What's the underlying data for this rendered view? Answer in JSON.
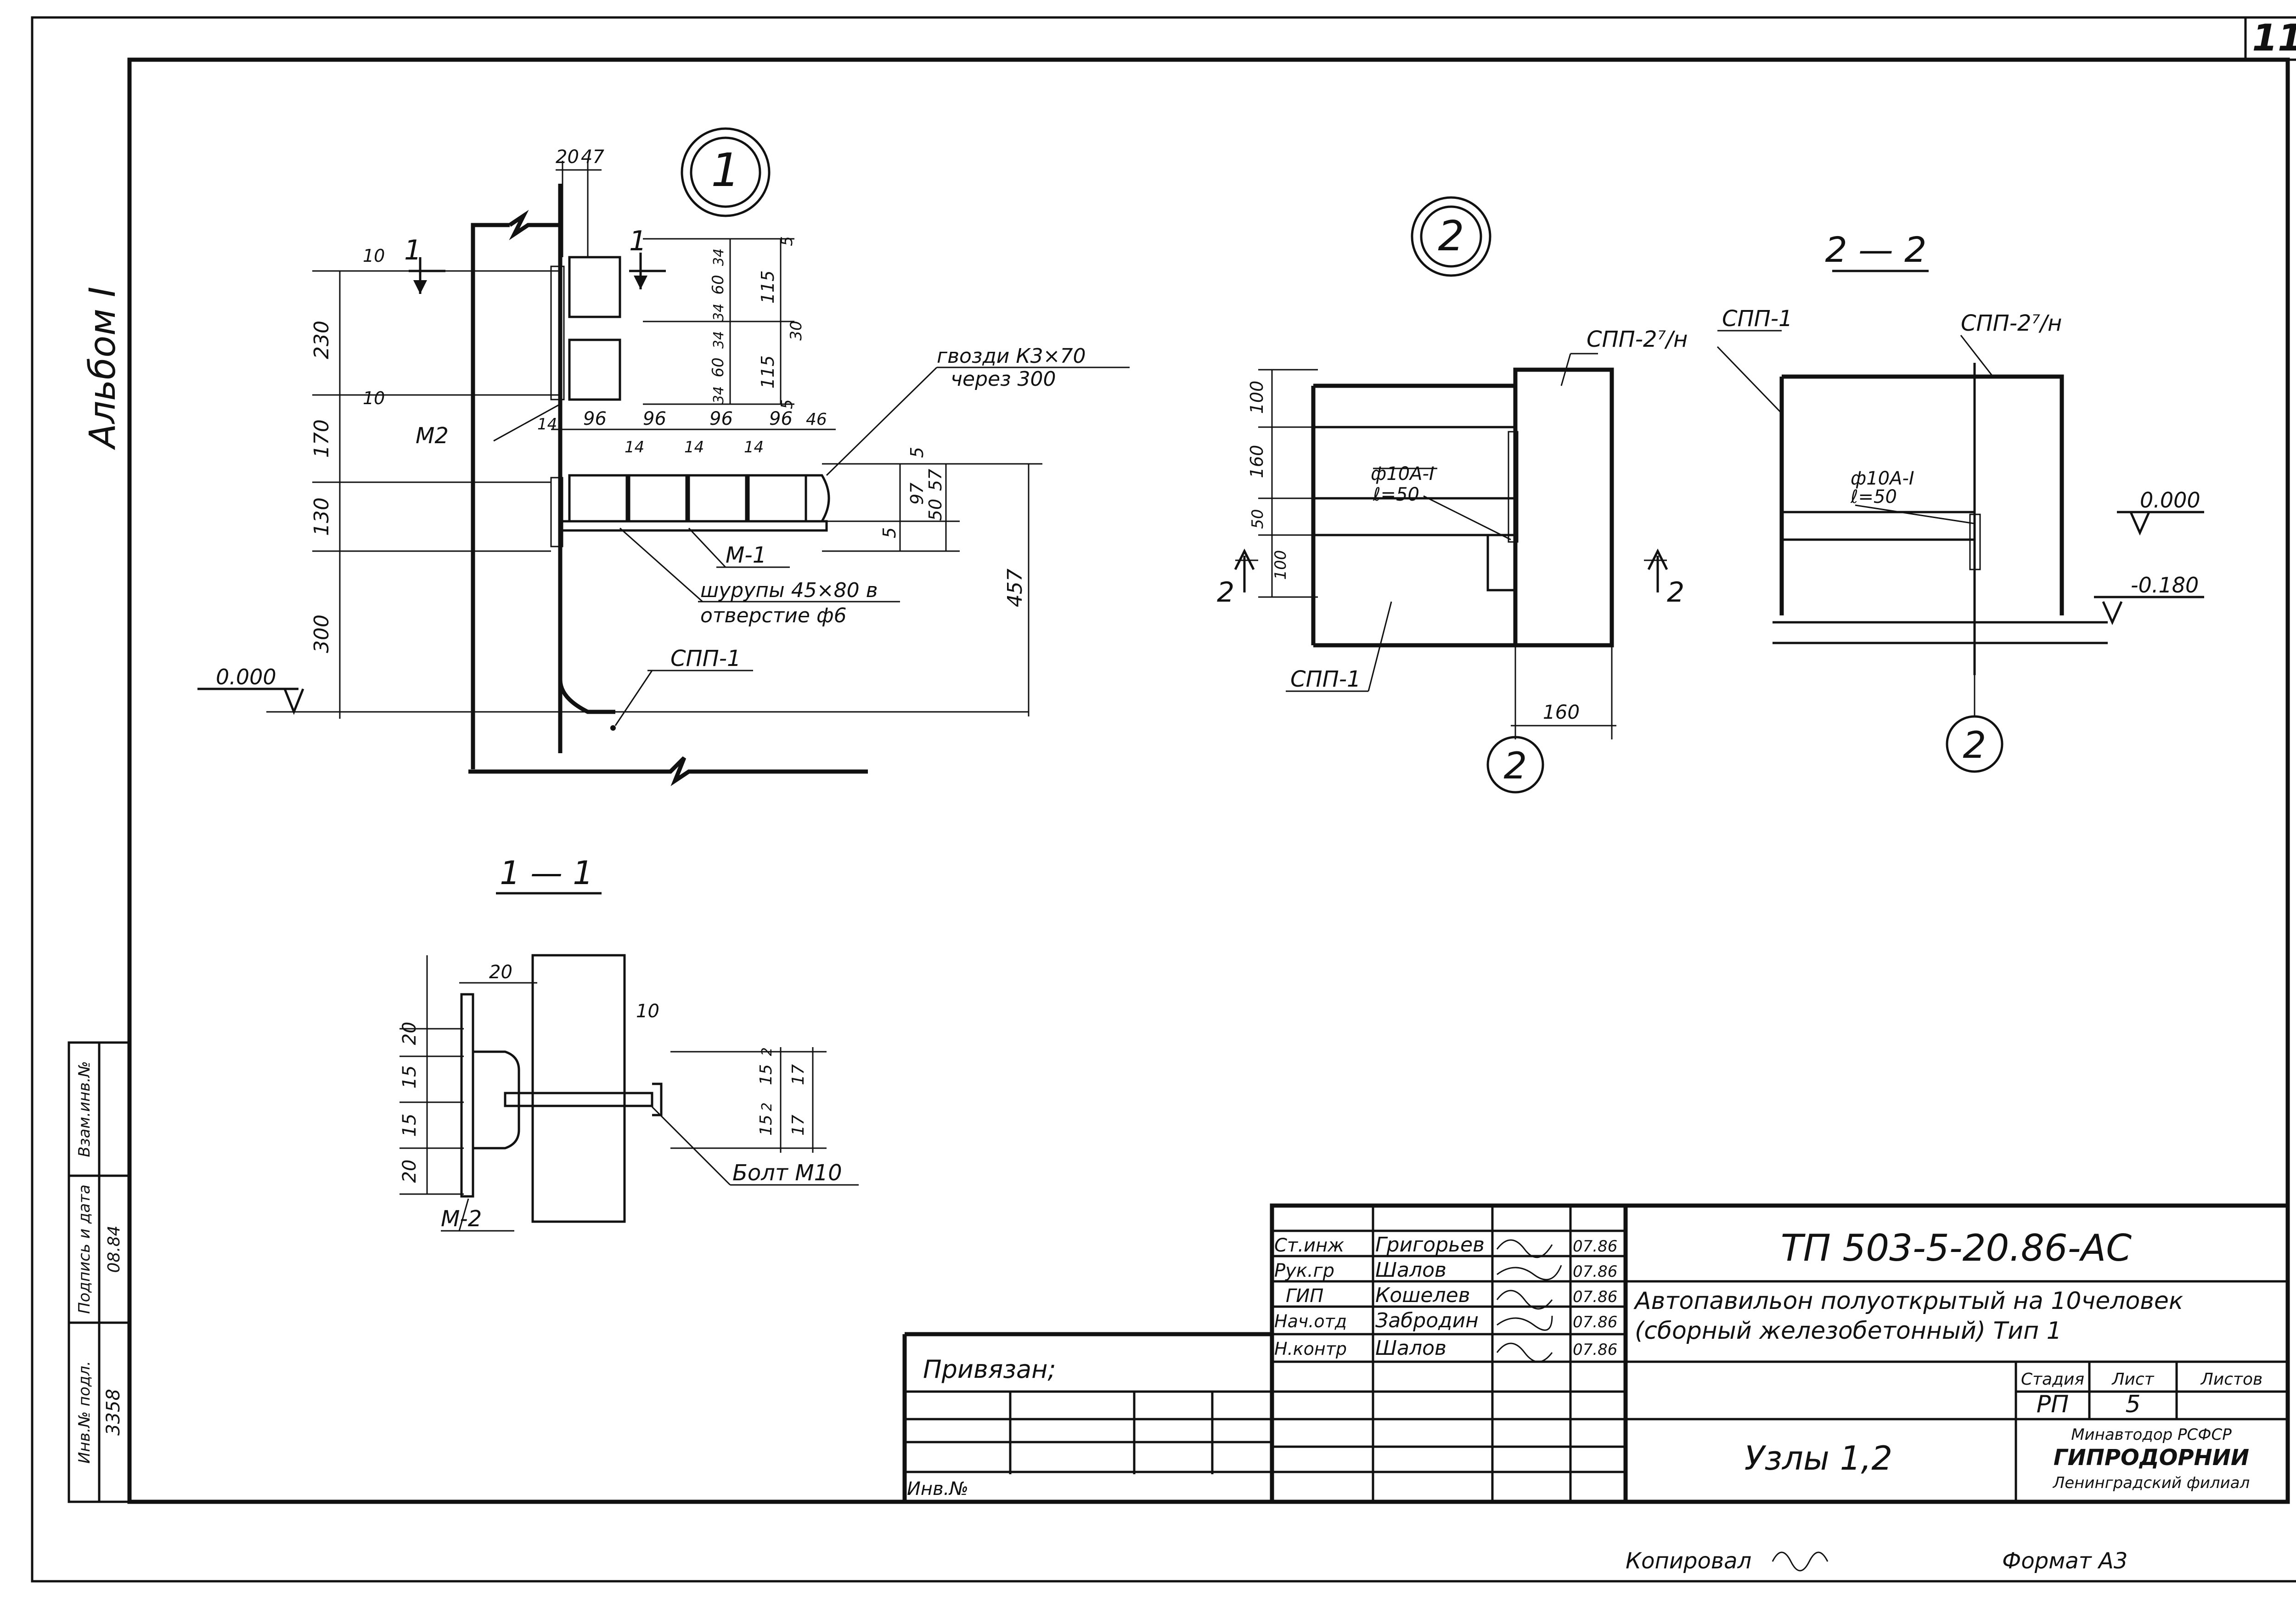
{
  "sheet_number": "11",
  "album": "Альбом I",
  "node1": {
    "marker": "1",
    "dims_top": [
      "20",
      "47"
    ],
    "dims_left": [
      "10",
      "230",
      "10",
      "170",
      "130",
      "300"
    ],
    "dims_mid": [
      "5",
      "34",
      "60",
      "34",
      "115",
      "30",
      "34",
      "60",
      "34",
      "115",
      "5"
    ],
    "dims_row": [
      "14",
      "96",
      "14",
      "96",
      "14",
      "96",
      "14",
      "96",
      "46"
    ],
    "dims_right": [
      "5",
      "97",
      "5",
      "50",
      "57",
      "457"
    ],
    "cut_label": "1",
    "m2": "М2",
    "m1": "М-1",
    "nails": [
      "гвозди К3×70",
      "через 300"
    ],
    "screws": [
      "шурупы 45×80 в",
      "отверстие ф6"
    ],
    "spp": "СПП-1",
    "level": "0.000"
  },
  "section11": {
    "title": "1 — 1",
    "dims_left": [
      "20",
      "15",
      "15",
      "20"
    ],
    "dims_top": [
      "20",
      "10"
    ],
    "dims_right": [
      "2",
      "15",
      "2",
      "15",
      "17",
      "17"
    ],
    "bolt": "Болт М10",
    "plate": "М-2"
  },
  "node2": {
    "marker": "2",
    "spp27": "СПП-2⁷/н",
    "rebar": [
      "ф10А-I",
      "ℓ=50"
    ],
    "dims": [
      "100",
      "160",
      "50",
      "100"
    ],
    "cut": "2",
    "spp1": "СПП-1",
    "dim160": "160",
    "axis": "2"
  },
  "section22": {
    "title": "2 — 2",
    "spp1": "СПП-1",
    "spp27": "СПП-2⁷/н",
    "rebar": [
      "ф10А-I",
      "ℓ=50"
    ],
    "level0": "0.000",
    "level1": "-0.180",
    "axis": "2"
  },
  "stamp": {
    "code": "ТП 503-5-20.86-АС",
    "title_line1": "Автопавильон полуоткрытый на 10человек",
    "title_line2": "(сборный железобетонный) Тип 1",
    "sheet_title": "Узлы 1,2",
    "stage_header": "Стадия",
    "sheet_header": "Лист",
    "sheets_header": "Листов",
    "stage": "РП",
    "sheet": "5",
    "org1": "Минавтодор РСФСР",
    "org2": "ГИПРОДОРНИИ",
    "org3": "Ленинградский филиал",
    "privyazan": "Привязан;",
    "inv": "Инв.№",
    "people": [
      {
        "role": "Ст.инж",
        "name": "Григорьев",
        "date": "07.86"
      },
      {
        "role": "Рук.гр",
        "name": "Шалов",
        "date": "07.86"
      },
      {
        "role": "ГИП",
        "name": "Кошелев",
        "date": "07.86"
      },
      {
        "role": "Нач.отд",
        "name": "Забродин",
        "date": "07.86"
      },
      {
        "role": "Н.контр",
        "name": "Шалов",
        "date": "07.86"
      }
    ]
  },
  "side_stamp": {
    "col1": [
      "Взам.инв.№",
      "Подпись и дата",
      "Инв.№ подл."
    ],
    "col2": [
      "",
      "08.84",
      "3358"
    ]
  },
  "footer": {
    "copied": "Копировал",
    "format": "Формат А3"
  }
}
